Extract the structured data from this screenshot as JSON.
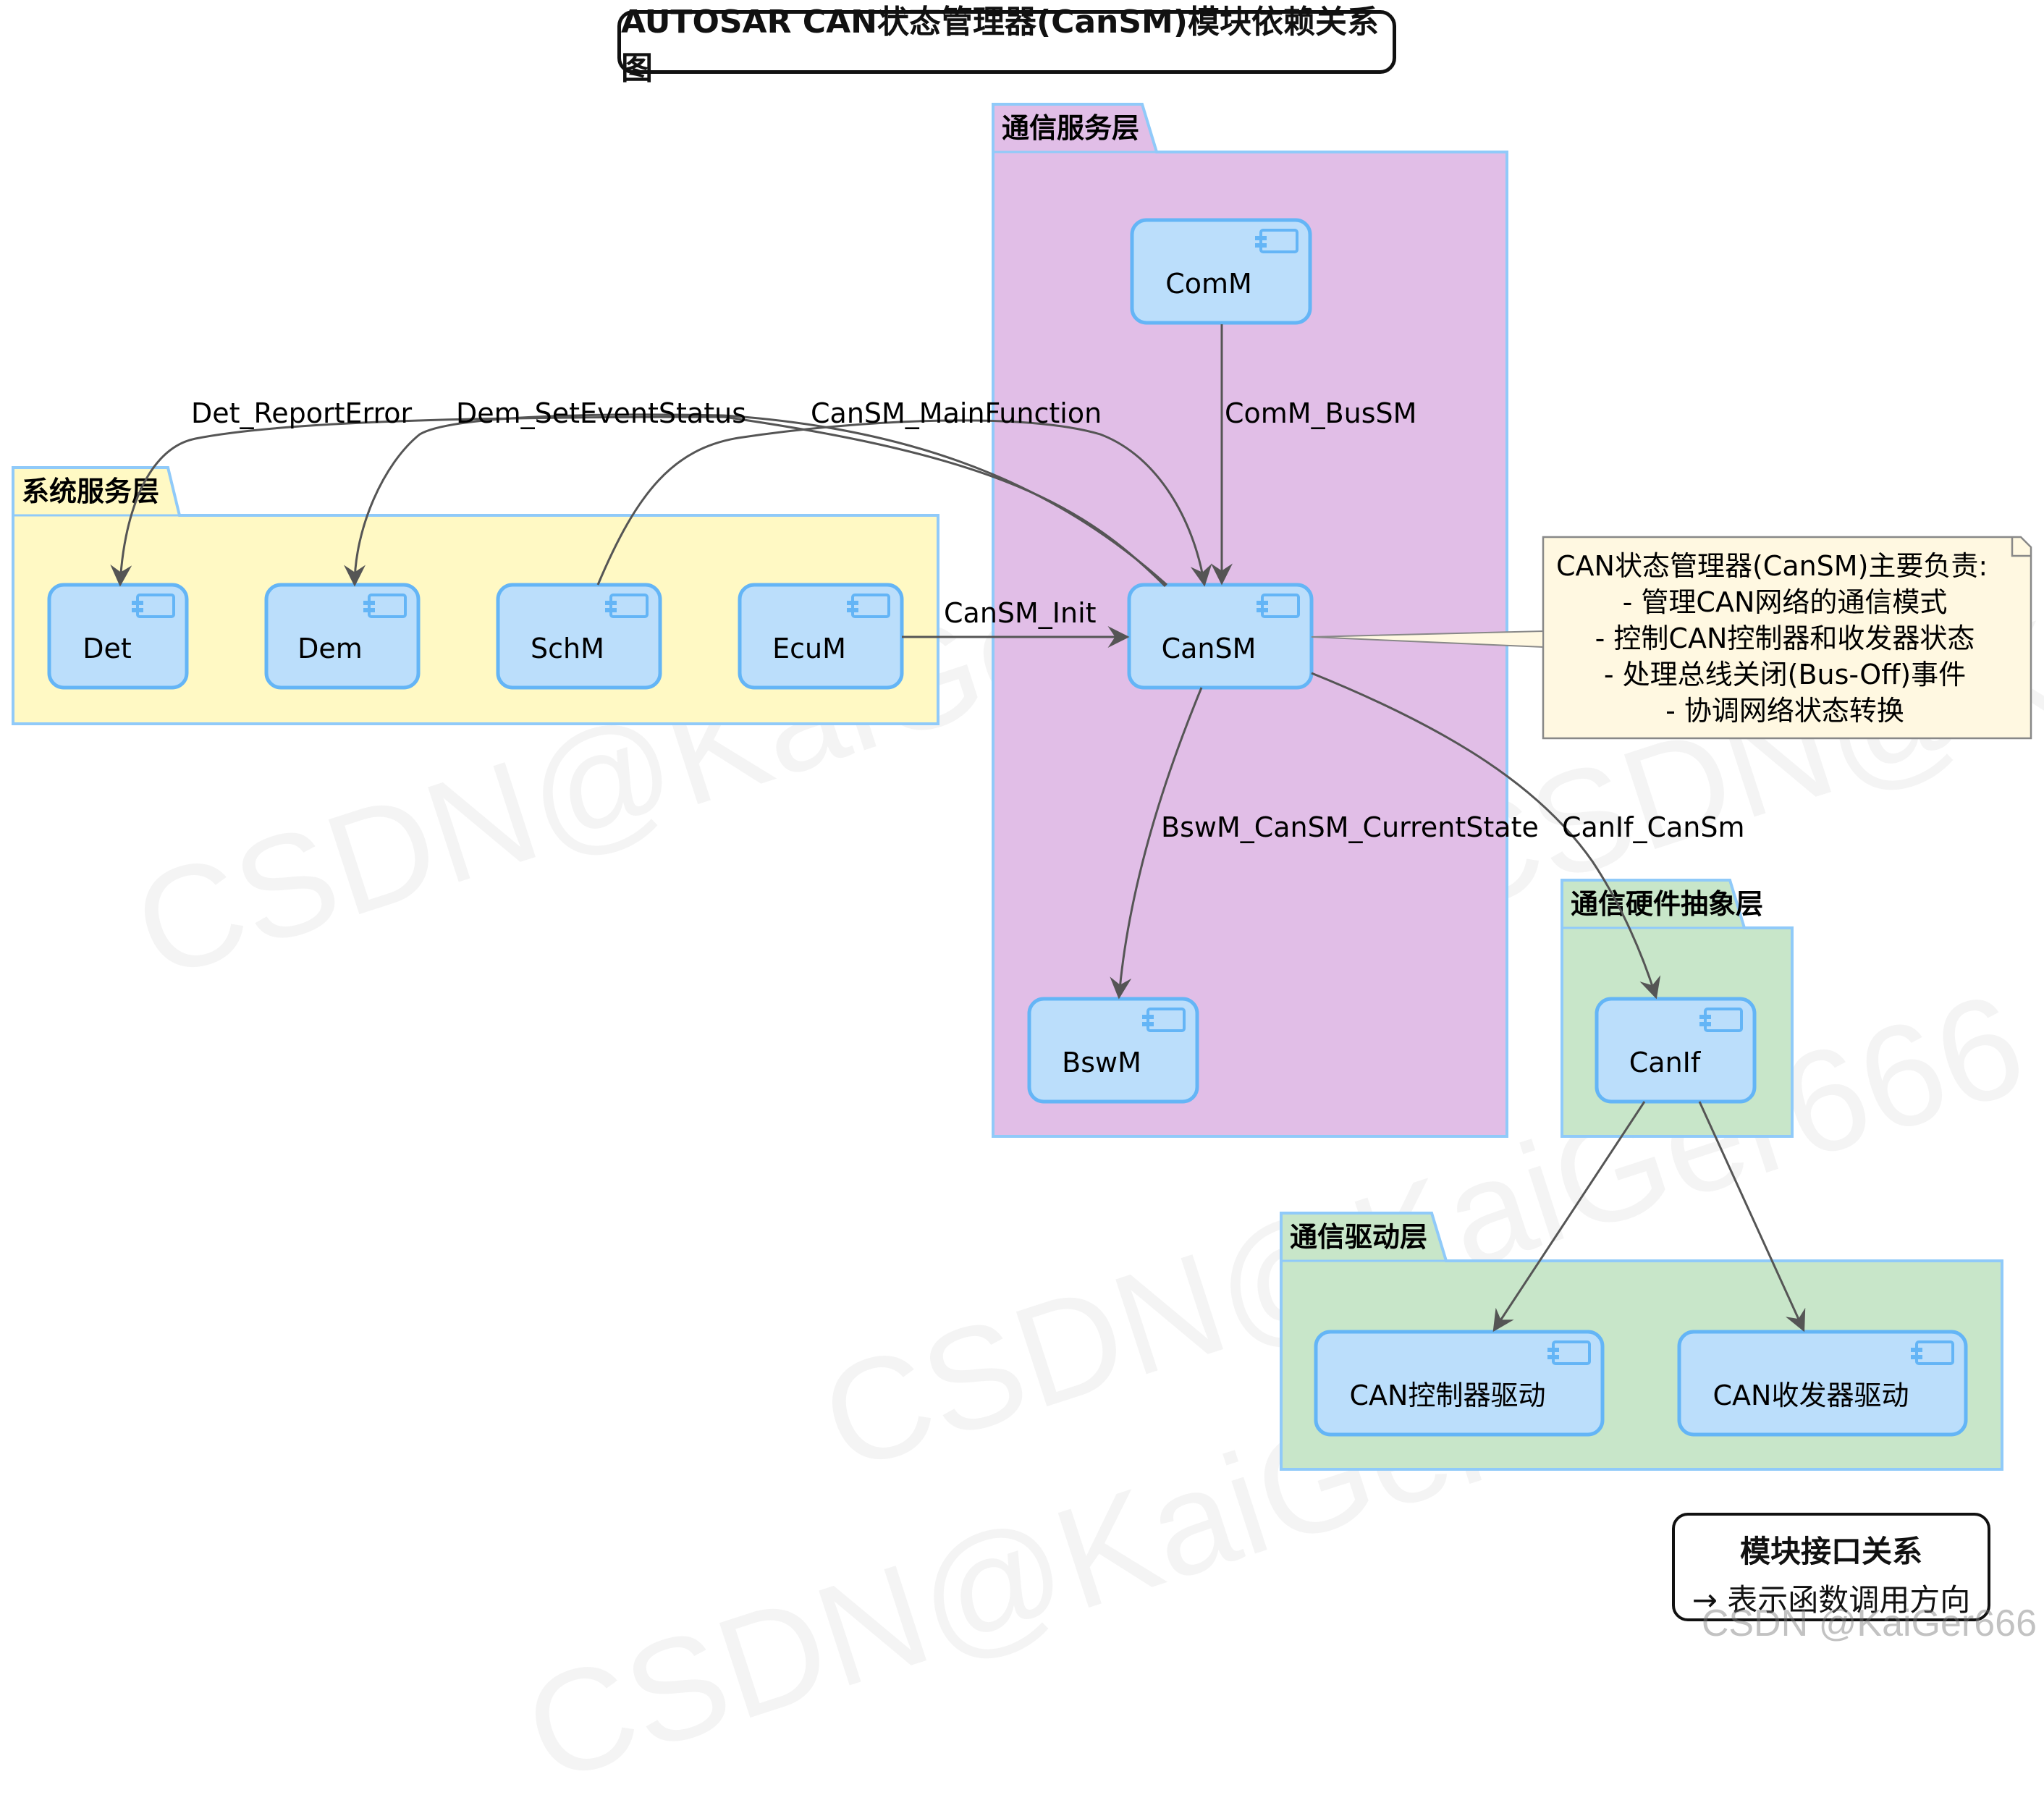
{
  "title": "AUTOSAR CAN状态管理器(CanSM)模块依赖关系图",
  "packages": {
    "sys": "系统服务层",
    "com": "通信服务层",
    "hwabs": "通信硬件抽象层",
    "drv": "通信驱动层"
  },
  "components": {
    "det": "Det",
    "dem": "Dem",
    "schm": "SchM",
    "ecum": "EcuM",
    "comm": "ComM",
    "cansm": "CanSM",
    "bswm": "BswM",
    "canif": "CanIf",
    "canctrl": "CAN控制器驱动",
    "cantrcv": "CAN收发器驱动"
  },
  "edges": {
    "det": "Det_ReportError",
    "dem": "Dem_SetEventStatus",
    "mainfn": "CanSM_MainFunction",
    "comm": "ComM_BusSM",
    "init": "CanSM_Init",
    "bswm": "BswM_CanSM_CurrentState",
    "canif": "CanIf_CanSm"
  },
  "note": {
    "lines": [
      "CAN状态管理器(CanSM)主要负责:",
      "- 管理CAN网络的通信模式",
      "- 控制CAN控制器和收发器状态",
      "- 处理总线关闭(Bus-Off)事件",
      "- 协调网络状态转换"
    ]
  },
  "legend": {
    "title": "模块接口关系",
    "line": "→ 表示函数调用方向"
  },
  "watermark": "CSDN @KaiGer666",
  "watermark_faint": "CSDN@KaiGer666",
  "colors": {
    "system_layer": "#fff9c4",
    "service_layer": "#e1bee7",
    "hw_abstraction_layer": "#c8e6c9",
    "driver_layer": "#c8e6c9",
    "package_border": "#90caf9",
    "component_fill": "#bbdefb",
    "component_border": "#64b5f6",
    "note_fill": "#fff8e1",
    "arrow": "#555555"
  }
}
